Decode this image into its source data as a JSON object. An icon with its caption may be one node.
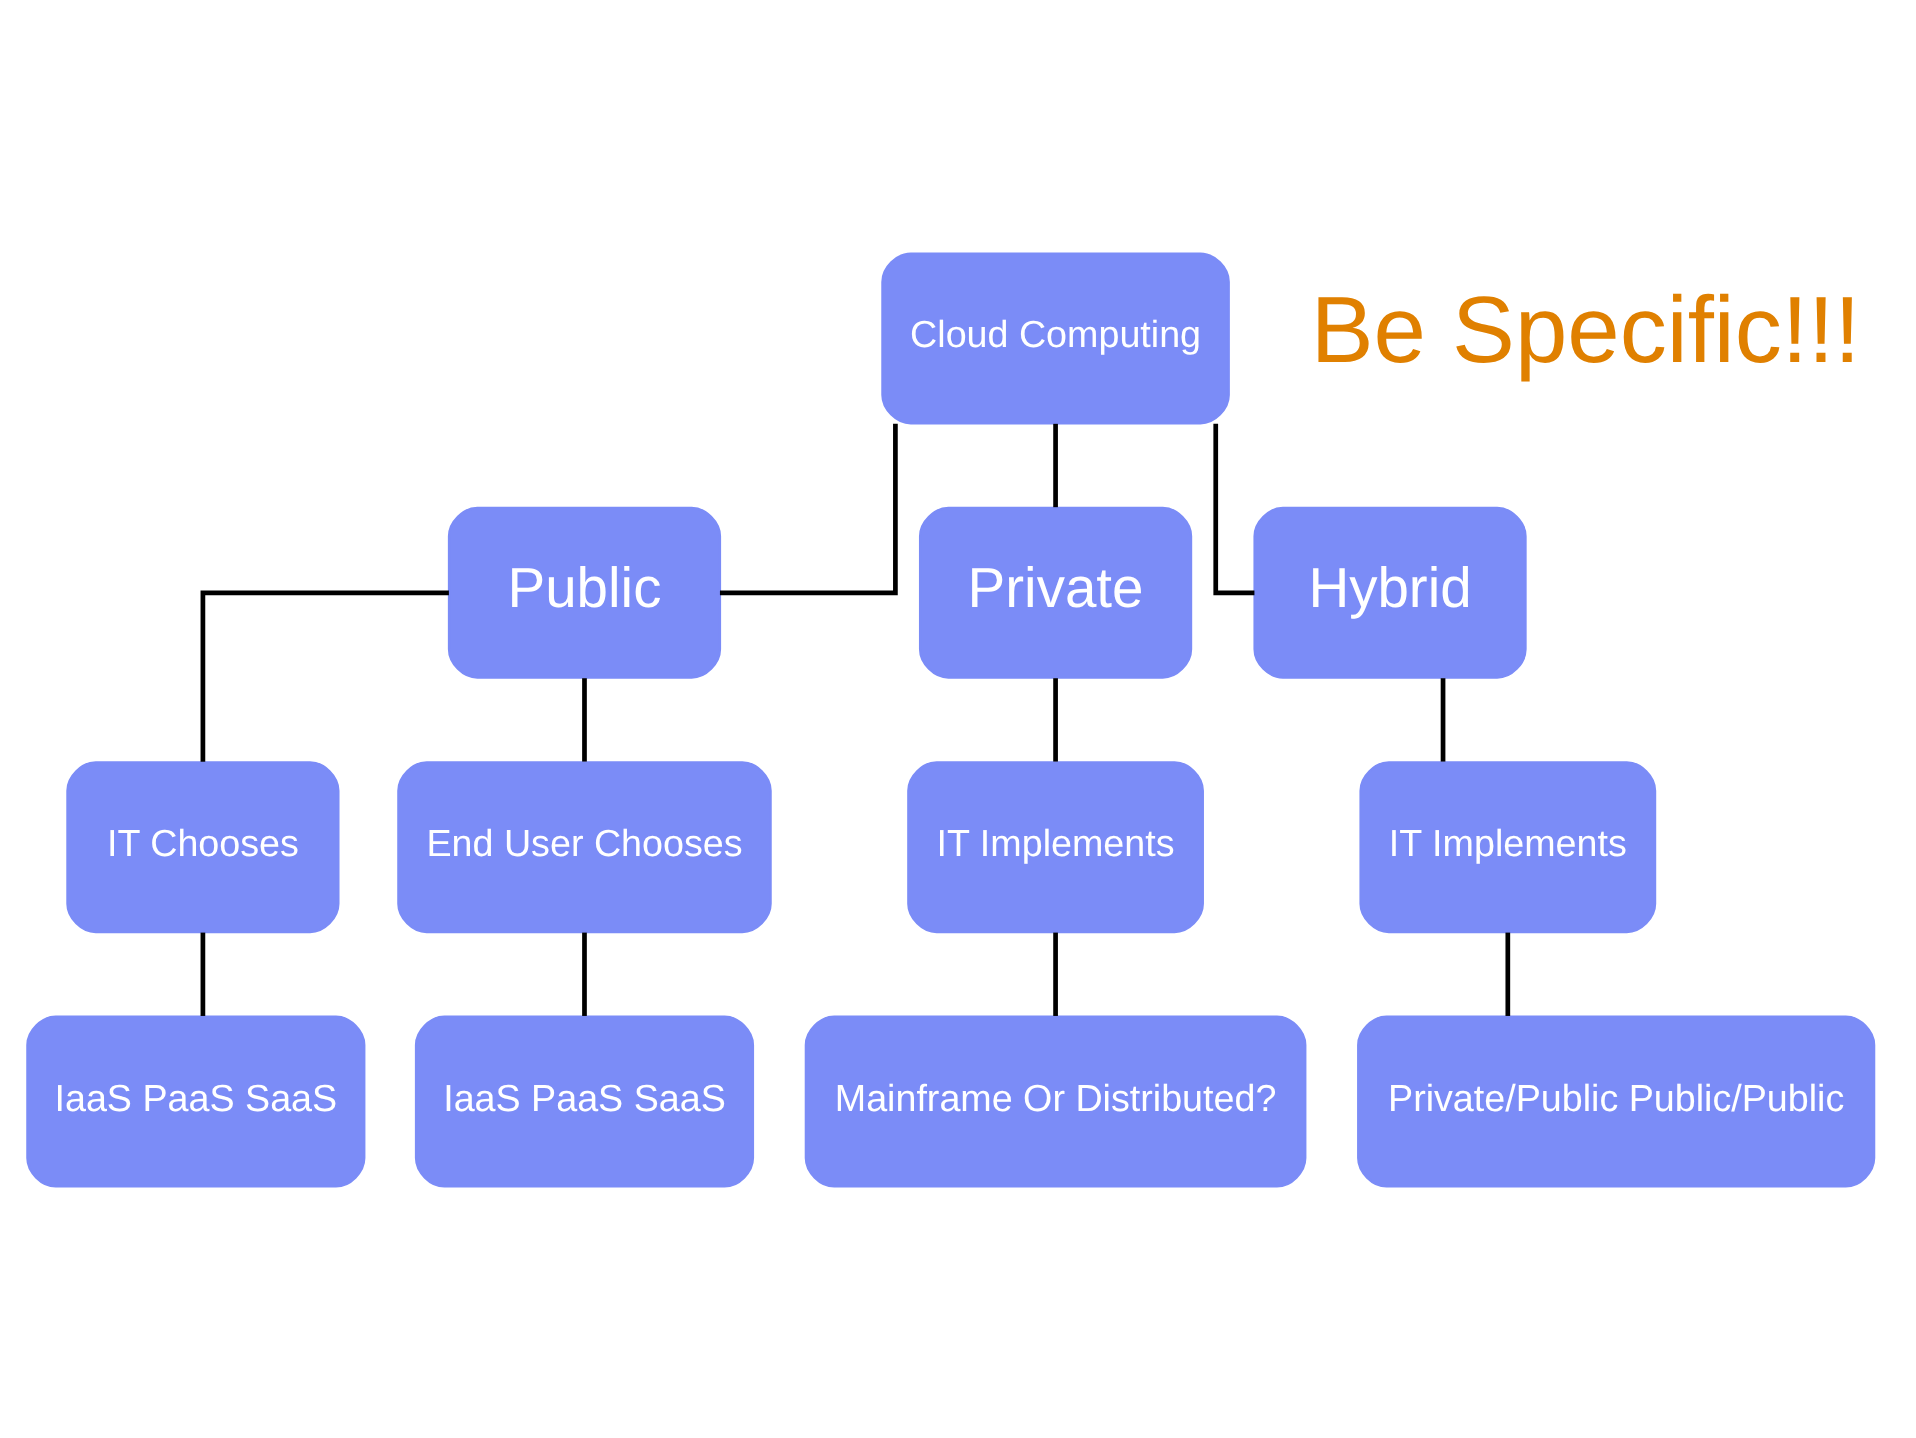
{
  "diagram": {
    "nodes": [
      {
        "text": [
          "Cloud Computing"
        ]
      },
      {
        "text": [
          "Public"
        ]
      },
      {
        "text": [
          "Private"
        ]
      },
      {
        "text": [
          "Hybrid"
        ]
      },
      {
        "text": [
          "IT Chooses"
        ]
      },
      {
        "text": [
          "End User Chooses"
        ]
      },
      {
        "text": [
          "IT Implements"
        ]
      },
      {
        "text": [
          "IT Implements"
        ]
      },
      {
        "text": [
          "IaaS PaaS SaaS"
        ]
      },
      {
        "text": [
          "IaaS PaaS SaaS"
        ]
      },
      {
        "text": [
          "Mainframe Or Distributed?"
        ]
      },
      {
        "text": [
          "Private/Public Public/Public"
        ]
      }
    ],
    "edges": [
      {
        "from": 0,
        "to": 1,
        "arrow": "none"
      },
      {
        "from": 0,
        "to": 2,
        "arrow": "none"
      },
      {
        "from": 0,
        "to": 3,
        "arrow": "none"
      },
      {
        "from": 1,
        "to": 4,
        "arrow": "none"
      },
      {
        "from": 1,
        "to": 5,
        "arrow": "none"
      },
      {
        "from": 2,
        "to": 6,
        "arrow": "none"
      },
      {
        "from": 3,
        "to": 7,
        "arrow": "none"
      },
      {
        "from": 4,
        "to": 8,
        "arrow": "none"
      },
      {
        "from": 5,
        "to": 9,
        "arrow": "none"
      },
      {
        "from": 6,
        "to": 10,
        "arrow": "none"
      },
      {
        "from": 7,
        "to": 11,
        "arrow": "none"
      }
    ],
    "labels": [
      "Be Specific!!!"
    ]
  }
}
